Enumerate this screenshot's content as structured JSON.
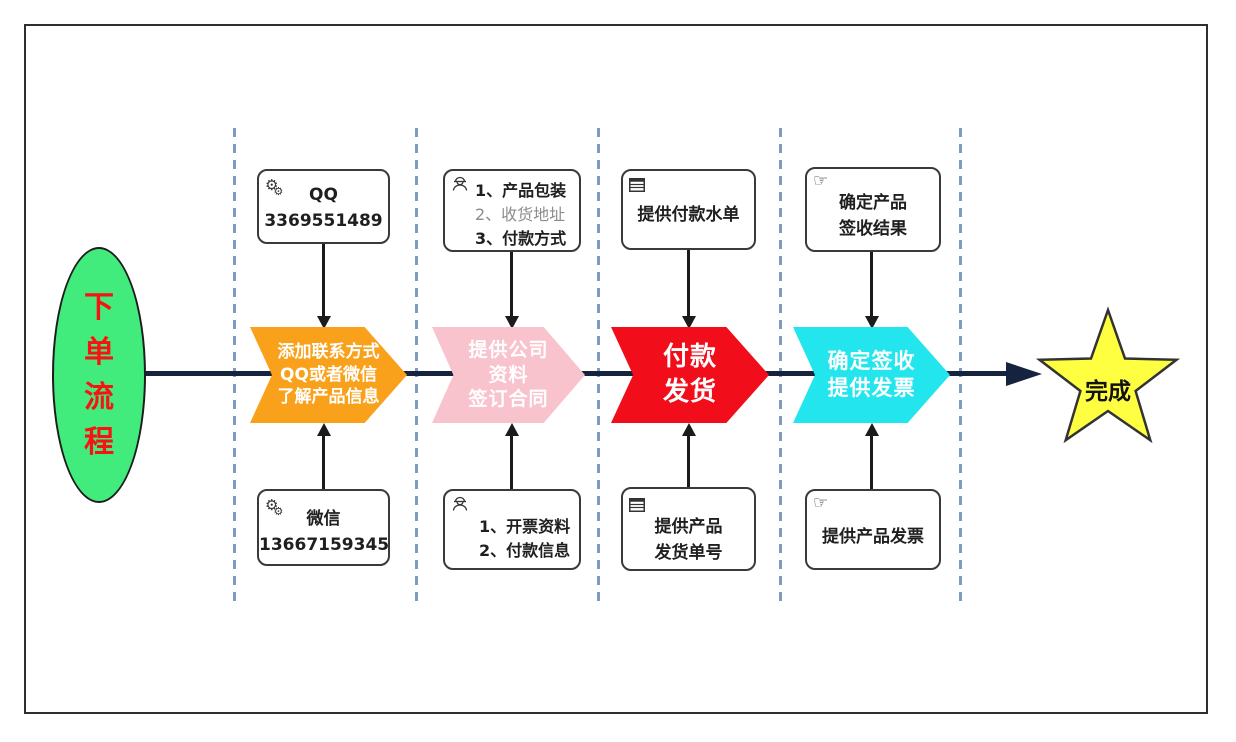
{
  "diagram": {
    "start": {
      "label": "下\n单\n流\n程"
    },
    "finish": {
      "label": "完成"
    },
    "colors": {
      "flow_line": "#16233E",
      "lane_divider": "#7E9CC2",
      "start_fill": "#42EC7C",
      "start_text": "#FA1111",
      "finish_fill": "#FFFF42",
      "step1_fill": "#F9A11B",
      "step2_fill": "#F9C3CE",
      "step3_fill": "#F20D1B",
      "step4_fill": "#23E5EE",
      "chevron_text": "#FFFFFF",
      "muted_text": "#8C8C8C",
      "box_text": "#1F1F1F"
    },
    "steps": [
      {
        "chevron_label": "添加联系方式\nQQ或者微信\n了解产品信息",
        "top_box": {
          "icon": "gears-icon",
          "text": "QQ\n3369551489"
        },
        "bottom_box": {
          "icon": "gears-icon",
          "text": "微信\n13667159345"
        }
      },
      {
        "chevron_label": "提供公司\n资料\n签订合同",
        "top_box": {
          "icon": "worker-icon",
          "lines": [
            "1、产品包装",
            "2、收货地址",
            "3、付款方式"
          ]
        },
        "bottom_box": {
          "icon": "worker-icon",
          "lines": [
            "1、开票资料",
            "2、付款信息"
          ]
        }
      },
      {
        "chevron_label": "付款\n发货",
        "top_box": {
          "icon": "table-icon",
          "text": "提供付款水单"
        },
        "bottom_box": {
          "icon": "table-icon",
          "text": "提供产品\n发货单号"
        }
      },
      {
        "chevron_label": "确定签收\n提供发票",
        "top_box": {
          "icon": "hand-icon",
          "text": "确定产品\n签收结果"
        },
        "bottom_box": {
          "icon": "hand-icon",
          "text": "提供产品发票"
        }
      }
    ]
  }
}
